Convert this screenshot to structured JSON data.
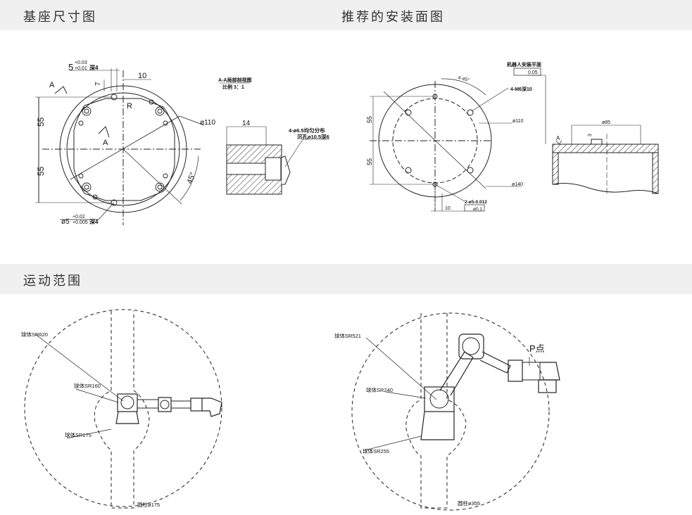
{
  "sections": {
    "base_title": "基座尺寸图",
    "install_title": "推荐的安装面图",
    "motion_title": "运动范围"
  },
  "base_drawing": {
    "dim_hole_top": "5",
    "dim_hole_top_tol_upper": "+0.03",
    "dim_hole_top_tol_lower": "+0.01",
    "dim_hole_top_depth": "深4",
    "dim_10": "10",
    "dim_7": "7",
    "label_A_top": "A",
    "label_A_mid": "A",
    "label_R": "R",
    "dim_55_top": "55",
    "dim_55_bottom": "55",
    "dim_d110": "ø110",
    "dim_45": "45°",
    "dim_hole_bottom": "ø5",
    "dim_hole_bottom_tol_upper": "+0.02",
    "dim_hole_bottom_tol_lower": "+0.005",
    "dim_hole_bottom_depth": "深4",
    "section_title": "A-A局部剖视图",
    "section_scale": "比例 3：1",
    "dim_14": "14",
    "note_holes_1": "4-ø6.5均匀分布",
    "note_holes_2": "沉孔ø10.5深6"
  },
  "install_drawing": {
    "dim_45": "4-45°",
    "note_m6": "4-M6深10",
    "dim_d110": "ø110",
    "dim_d140": "ø140",
    "dim_55_top": "55",
    "dim_55_bottom": "55",
    "dim_10": "10",
    "note_pin": "2-ø5-0.012",
    "note_pos": "ø0.1",
    "plane_title": "机器人安装平面",
    "flatness": "0.05",
    "dim_d85": "ø85",
    "dim_3": "3",
    "datum": "A"
  },
  "motion_left": {
    "label_sr620": "球体SR620",
    "label_sr160": "球体SR160",
    "label_sr175": "球体SR175",
    "label_cyl": "圆柱ø175"
  },
  "motion_right": {
    "label_sr521": "球体SR521",
    "label_sr240": "球体SR240",
    "label_sr255": "球体SR255",
    "label_cyl": "圆柱ø355",
    "label_p": "P点"
  }
}
